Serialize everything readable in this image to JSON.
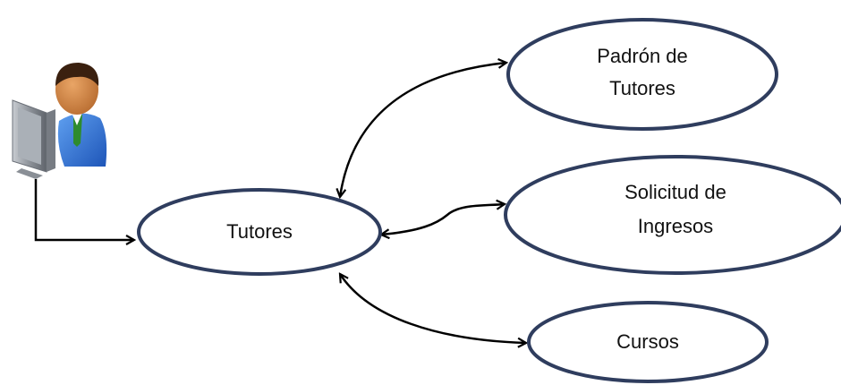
{
  "diagram": {
    "actor": {
      "icon": "user-at-computer-icon"
    },
    "nodes": {
      "tutores": {
        "lines": [
          "Tutores"
        ]
      },
      "padron": {
        "lines": [
          "Padrón de",
          "Tutores"
        ]
      },
      "solicitud": {
        "lines": [
          "Solicitud de",
          "Ingresos"
        ]
      },
      "cursos": {
        "lines": [
          "Cursos"
        ]
      }
    },
    "colors": {
      "ellipse_stroke": "#2f3d5e",
      "connector": "#000000",
      "actor_shirt": "#2f6fd8",
      "actor_skin": "#c47a3c",
      "actor_hair": "#3a200f",
      "monitor": "#8d9299"
    }
  }
}
